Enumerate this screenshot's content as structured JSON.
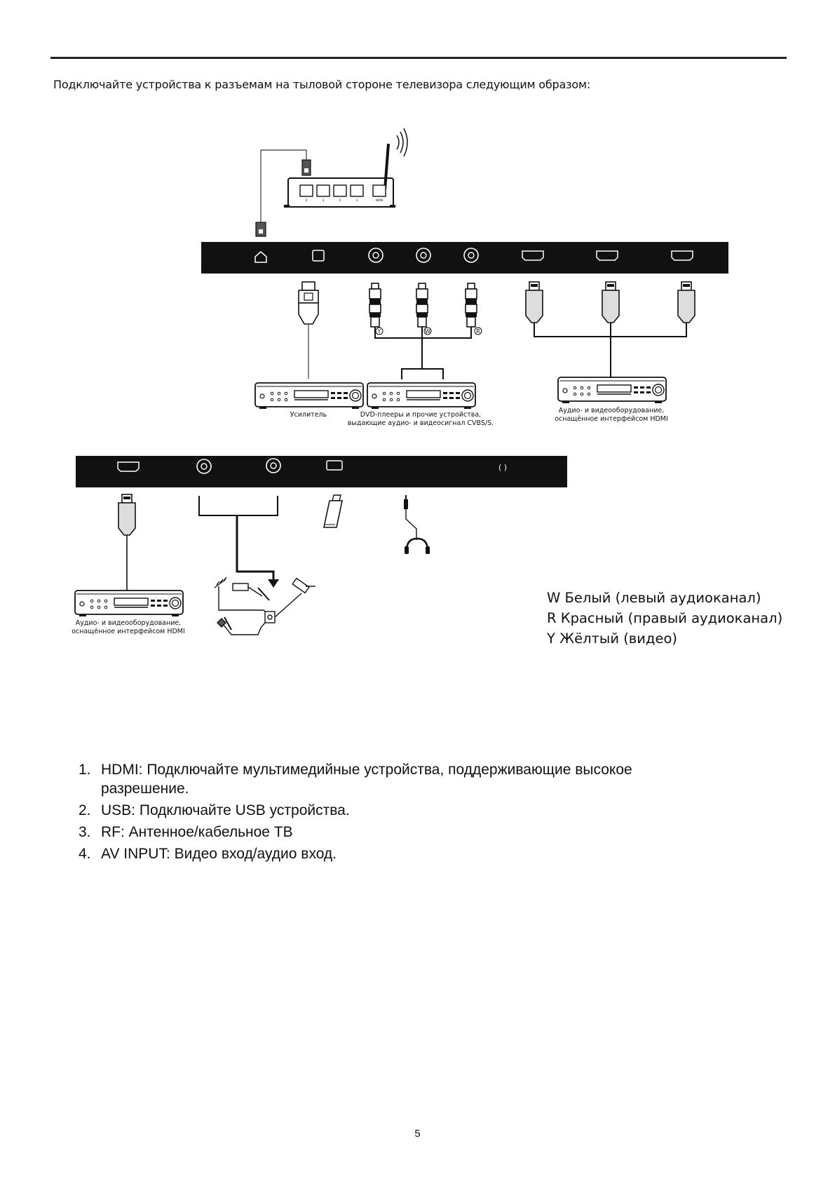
{
  "intro": "Подключайте устройства к разъемам на тыловой стороне телевизора следующим образом:",
  "labels": {
    "router_ports": [
      "4",
      "3",
      "2",
      "1",
      "WAN"
    ],
    "rca_y": "Y",
    "rca_w": "W",
    "rca_r": "R",
    "amplifier": "Усилитель",
    "dvd_line1": "DVD-плееры и прочие устройства,",
    "dvd_line2": "выдающие аудио- и видеосигнал CVBS/S.",
    "hdmi_eq_line1": "Аудио- и видеооборудование,",
    "hdmi_eq_line2": "оснащённое интерфейсом HDMI",
    "hdmi_eq2_line1": "Аудио- и видеооборудование,",
    "hdmi_eq2_line2": "оснащённое интерфейсом HDMI",
    "jack_symbol": "( )"
  },
  "legend": [
    "W Белый (левый аудиоканал)",
    "R Красный (правый аудиоканал)",
    "Y Жёлтый (видео)"
  ],
  "list": [
    {
      "num": "1.",
      "text": "HDMI: Подключайте мультимедийные устройства, поддерживающие высокое разрешение."
    },
    {
      "num": "2.",
      "text": "USB: Подключайте USB устройства."
    },
    {
      "num": "3.",
      "text": "RF: Антенное/кабельное ТВ"
    },
    {
      "num": "4.",
      "text": "AV INPUT: Видео вход/аудио вход."
    }
  ],
  "page_number": "5"
}
